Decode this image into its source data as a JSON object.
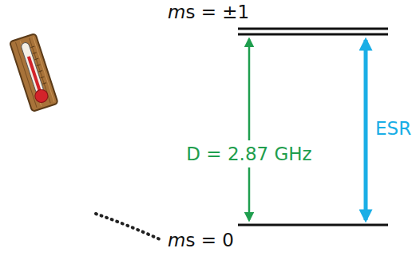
{
  "diagram": {
    "labels": [
      "ms = ±1",
      "D = 2.87 GHz",
      "ESR",
      "ms = 0"
    ]
  }
}
